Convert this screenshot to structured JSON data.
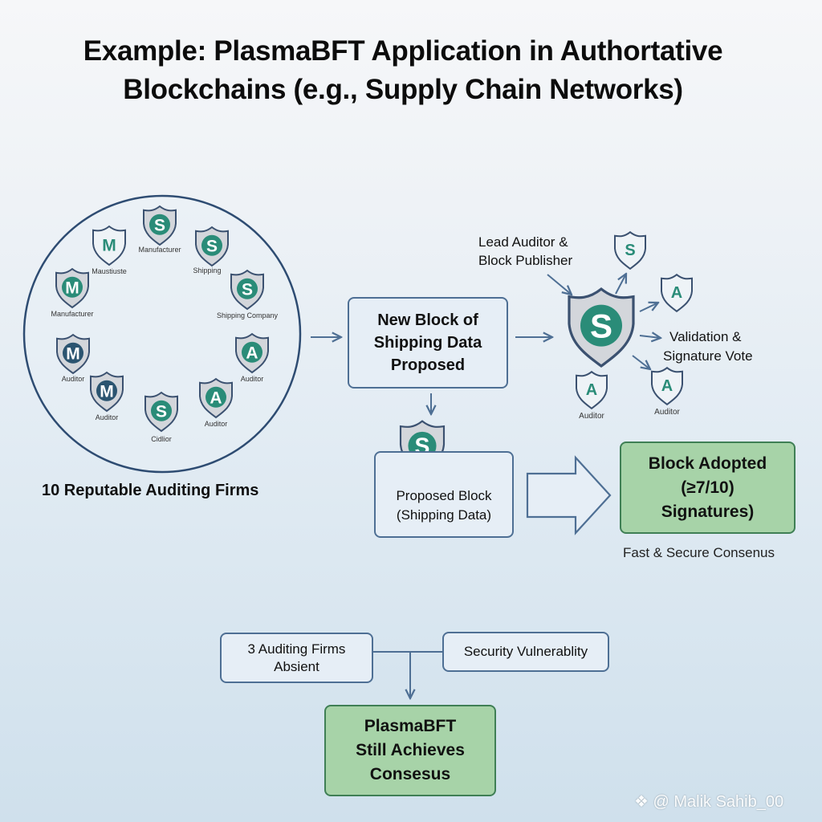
{
  "title": {
    "line1": "Example: PlasmaBFT Application in Authortative",
    "line2": "Blockchains  (e.g., Supply Chain Networks)"
  },
  "network": {
    "caption": "10 Reputable Auditing Firms",
    "nodes": [
      {
        "letter": "S",
        "label": "Manufacturer",
        "style": "filled"
      },
      {
        "letter": "S",
        "label": "Shipping",
        "style": "filled"
      },
      {
        "letter": "S",
        "label": "Shipping Company",
        "style": "filled"
      },
      {
        "letter": "A",
        "label": "Auditor",
        "style": "filled"
      },
      {
        "letter": "A",
        "label": "Auditor",
        "style": "filled"
      },
      {
        "letter": "S",
        "label": "Cidlior",
        "style": "filled"
      },
      {
        "letter": "M",
        "label": "Auditor",
        "style": "dark"
      },
      {
        "letter": "M",
        "label": "Auditor",
        "style": "dark"
      },
      {
        "letter": "M",
        "label": "Manufacturer",
        "style": "filled"
      },
      {
        "letter": "M",
        "label": "Maustiuste",
        "style": "outline"
      }
    ]
  },
  "proposal": {
    "box_text": [
      "New Block of",
      "Shipping Data",
      "Proposed"
    ]
  },
  "lead": {
    "label": [
      "Lead Auditor &",
      "Block Publisher"
    ],
    "letter": "S",
    "vote_label": [
      "Validation &",
      "Signature Vote"
    ],
    "validators": [
      {
        "letter": "S",
        "label": ""
      },
      {
        "letter": "A",
        "label": ""
      },
      {
        "letter": "A",
        "label": "Auditor"
      },
      {
        "letter": "A",
        "label": "Auditor"
      }
    ]
  },
  "proposed_block": {
    "letter": "S",
    "text": [
      "Proposed Block",
      "(Shipping Data)"
    ]
  },
  "adopted": {
    "text": [
      "Block Adopted",
      "(≥7/10)",
      "Signatures)"
    ],
    "caption": "Fast & Secure Consenus"
  },
  "fault": {
    "absent": [
      "3 Auditing Firms",
      "Absient"
    ],
    "vulnerability": "Security Vulnerablity",
    "result": [
      "PlasmaBFT",
      "Still Achieves",
      "Consesus"
    ]
  },
  "watermark": {
    "icon": "binance-diamond-icon",
    "text": "@ Malik Sahib_00"
  },
  "colors": {
    "teal": "#2a8c78",
    "navy": "#3b5170",
    "shield_gray": "#d3d6db",
    "line_blue": "#4e6f94",
    "green_fill": "#a7d3a8"
  }
}
